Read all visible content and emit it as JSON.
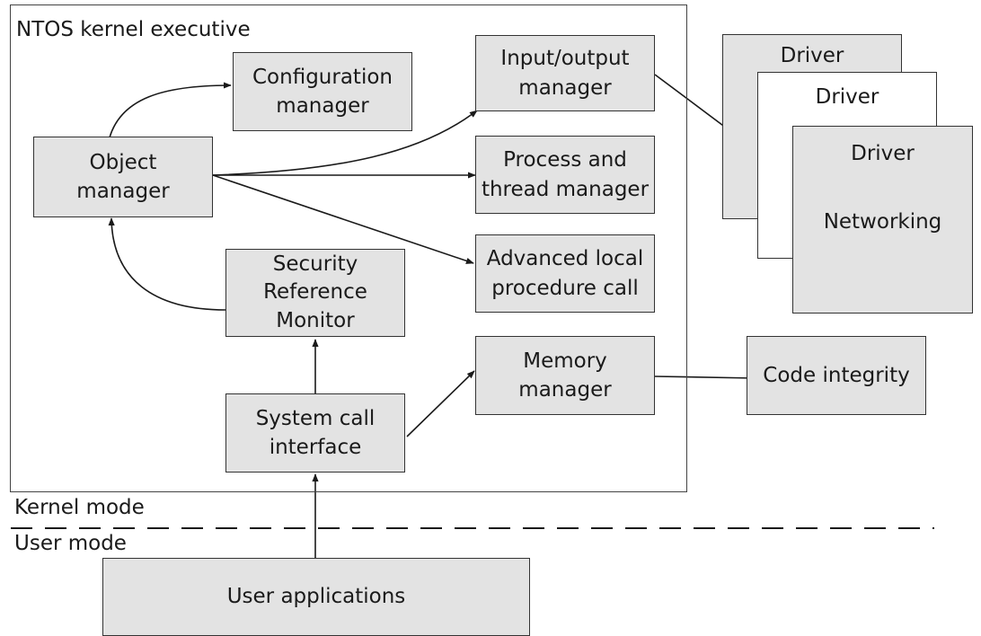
{
  "frame_title": "NTOS kernel executive",
  "boxes": {
    "config": "Configuration\nmanager",
    "io": "Input/output\nmanager",
    "object": "Object\nmanager",
    "process": "Process and\nthread manager",
    "security": "Security\nReference\nMonitor",
    "alpc": "Advanced local\nprocedure call",
    "memory": "Memory\nmanager",
    "syscall": "System call\ninterface",
    "code_integrity": "Code integrity",
    "user_apps": "User applications"
  },
  "drivers": {
    "back": "Driver",
    "middle": "Driver",
    "front_title": "Driver",
    "front_subtitle": "Networking"
  },
  "modes": {
    "kernel": "Kernel mode",
    "user": "User mode"
  },
  "colors": {
    "box_fill": "#e3e3e3",
    "line": "#1a1a1a"
  }
}
